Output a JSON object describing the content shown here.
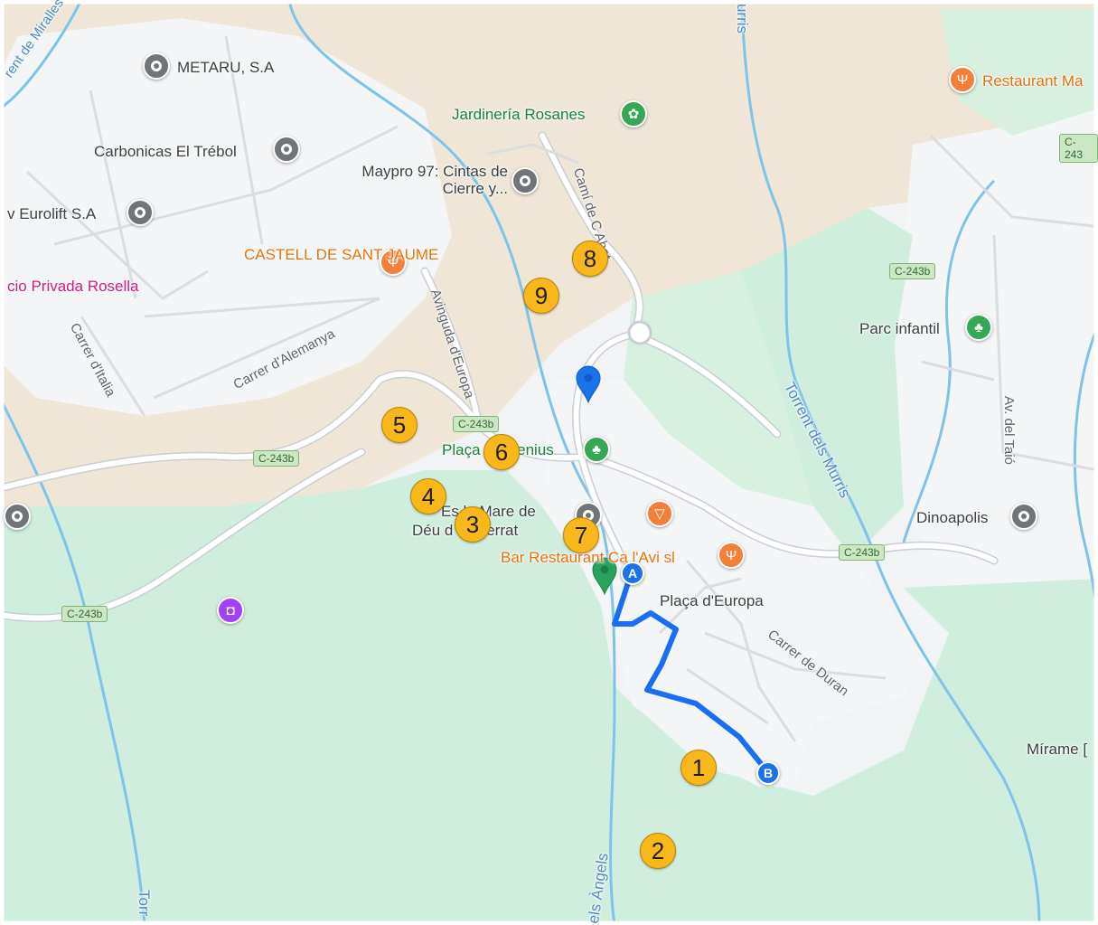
{
  "colors": {
    "land": "#f8f9fa",
    "park": "#cfeedd",
    "terrain": "#efe6d8",
    "water_line": "#7fc3e8",
    "road": "#ffffff",
    "road_edge": "#c9ced4",
    "route": "#1a6ef5",
    "marker": "#f8b81c"
  },
  "labels": {
    "metaru": "METARU, S.A",
    "jardineria": "Jardinería Rosanes",
    "restaurant_ma": "Restaurant Ma",
    "carbonicas": "Carbonicas El Trébol",
    "maypro": "Maypro 97: Cintas de Cierre y...",
    "eurolift": "v Eurolift S.A",
    "castell": "CASTELL DE SANT JAUME",
    "rosella": "cio Privada Rosella",
    "parc_infantil": "Parc infantil",
    "placa_menius": "Plaça Ramenius",
    "escola": "Escola Mare de Déu de Montserrat",
    "escola_line1": "Es   la Mare de",
    "escola_line2": "Déu d    ontserrat",
    "bar": "Bar Restaurant Ca l'Avi sl",
    "placa_europa": "Plaça d'Europa",
    "dinoapolis": "Dinoapolis",
    "mirame": "Mírame [",
    "street_miralles": "rent de Miralles",
    "street_italia": "Carrer d'Italia",
    "street_alemanya": "Carrer d'Alemanya",
    "street_europa": "Avinguda d'Europa",
    "street_cami": "Camí de C   Abat",
    "street_duran": "Carrer de Duran",
    "street_taio": "Av. del Taió",
    "water_murris": "Torrent dels Murris",
    "water_murris_top": "urris",
    "water_angels": "els Àngels",
    "water_torr": "Torr"
  },
  "road_shields": [
    "C-243b",
    "C-243b",
    "C-243b",
    "C-243b",
    "C-243b",
    "C-243"
  ],
  "markers": [
    "1",
    "2",
    "3",
    "4",
    "5",
    "6",
    "7",
    "8",
    "9"
  ],
  "route": {
    "start": "A",
    "end": "B"
  },
  "icons": [
    "gray-place-icon",
    "green-flower-icon",
    "orange-restaurant-icon",
    "green-tree-icon",
    "orange-bar-icon",
    "purple-camera-icon",
    "blue-location-pin-icon",
    "green-location-pin-icon"
  ]
}
